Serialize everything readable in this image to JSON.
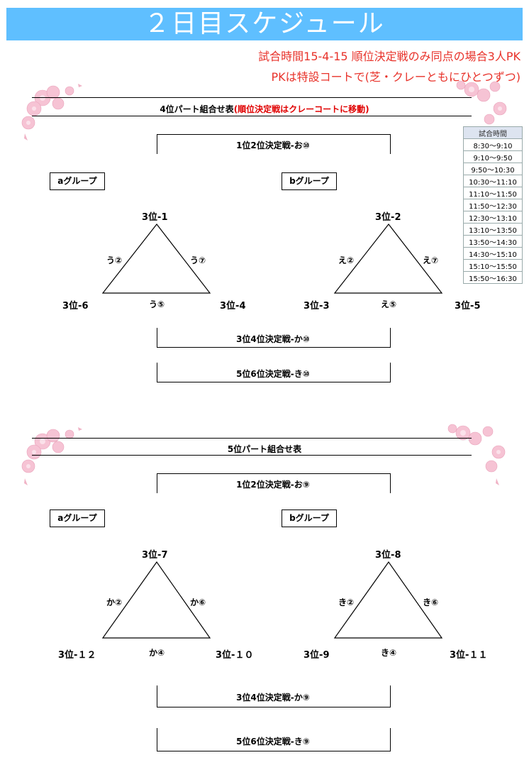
{
  "title": "２日目スケジュール",
  "notes": [
    "試合時間15-4-15 順位決定戦のみ同点の場合3人PK",
    "PKは特設コートで(芝・クレーともにひとつずつ)"
  ],
  "colors": {
    "title_bg": "#5fbfff",
    "note": "#e8322a",
    "highlight": "#e00000",
    "blossom": "#f6c3d4"
  },
  "time_table": {
    "header": "試合時間",
    "slots": [
      "8:30〜9:10",
      "9:10〜9:50",
      "9:50〜10:30",
      "10:30〜11:10",
      "11:10〜11:50",
      "11:50〜12:30",
      "12:30〜13:10",
      "13:10〜13:50",
      "13:50〜14:30",
      "14:30〜15:10",
      "15:10〜15:50",
      "15:50〜16:30"
    ]
  },
  "sections": [
    {
      "title": "4位パート組合せ表",
      "title_note": "(順位決定戦はクレーコートに移動)",
      "final_match": "1位2位決定戦-お⑩",
      "groups": [
        {
          "label": "aグループ",
          "top": "3位-1",
          "left": "3位-6",
          "right": "3位-4",
          "left_edge": "う②",
          "right_edge": "う⑦",
          "bottom_edge": "う⑤"
        },
        {
          "label": "bグループ",
          "top": "3位-2",
          "left": "3位-3",
          "right": "3位-5",
          "left_edge": "え②",
          "right_edge": "え⑦",
          "bottom_edge": "え⑤"
        }
      ],
      "third_match": "3位4位決定戦-か⑩",
      "fifth_match": "5位6位決定戦-き⑩"
    },
    {
      "title": "5位パート組合せ表",
      "title_note": "",
      "final_match": "1位2位決定戦-お⑨",
      "groups": [
        {
          "label": "aグループ",
          "top": "3位-7",
          "left": "3位-１２",
          "right": "3位-１０",
          "left_edge": "か②",
          "right_edge": "か⑥",
          "bottom_edge": "か④"
        },
        {
          "label": "bグループ",
          "top": "3位-8",
          "left": "3位-9",
          "right": "3位-１１",
          "left_edge": "き②",
          "right_edge": "き⑥",
          "bottom_edge": "き④"
        }
      ],
      "third_match": "3位4位決定戦-か⑨",
      "fifth_match": "5位6位決定戦-き⑨"
    }
  ]
}
